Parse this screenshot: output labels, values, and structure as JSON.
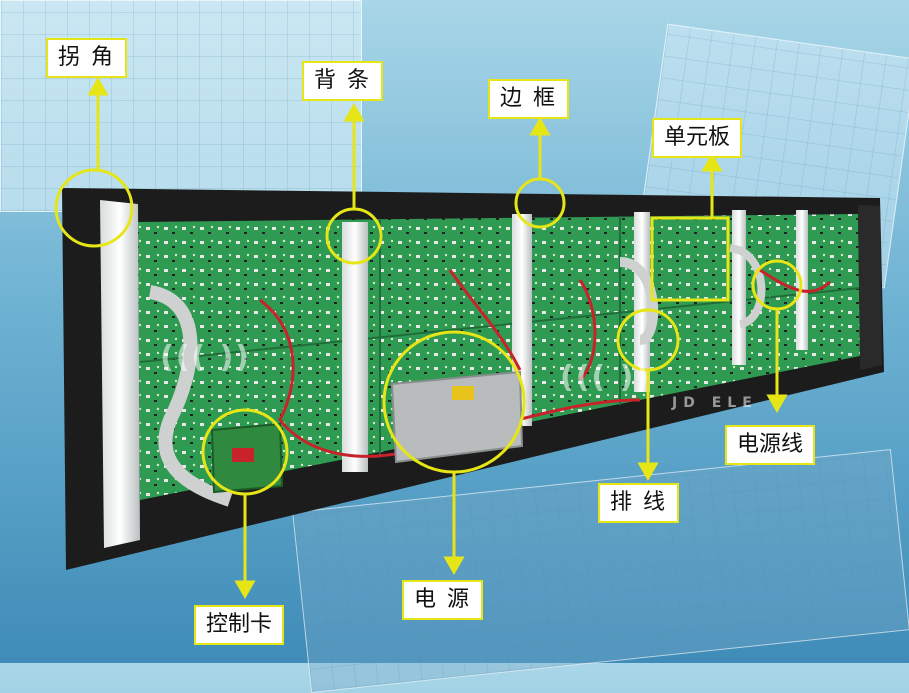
{
  "labels": {
    "corner": "拐 角",
    "back_bar": "背 条",
    "frame": "边 框",
    "unit_board": "单元板",
    "power_cable": "电源线",
    "ribbon_cable": "排 线",
    "power_supply": "电 源",
    "control_card": "控制卡"
  },
  "watermark": {
    "brand": "JD ELE"
  },
  "colors": {
    "annotation": "#e6e617",
    "pcb_green": "#2f9a52",
    "frame_black": "#1c1c1c",
    "background_blue": "#5fa9cf"
  }
}
